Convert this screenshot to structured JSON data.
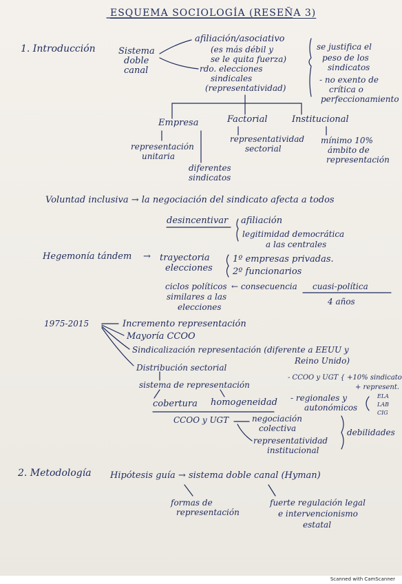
{
  "title": "ESQUEMA SOCIOLOGÍA (RESEÑA 3)",
  "s1": {
    "heading": "1. Introducción",
    "sistema": [
      "Sistema",
      "doble",
      "canal"
    ],
    "afiliacion": [
      "afiliación/asociativo",
      "(es más débil y",
      "se le quita fuerza)"
    ],
    "elecciones": [
      "rdo. elecciones",
      "sindicales",
      "(representatividad)"
    ],
    "justifica": [
      "se justifica el",
      "peso de los",
      "sindicatos"
    ],
    "critica": [
      "- no exento de",
      "crítica o",
      "perfeccionamiento"
    ],
    "empresa": "Empresa",
    "factorial": "Factorial",
    "institucional": "Institucional",
    "rep_unitaria": [
      "representación",
      "unitaria"
    ],
    "diferentes": [
      "diferentes",
      "sindicatos"
    ],
    "rep_sectorial": [
      "representatividad",
      "sectorial"
    ],
    "minimo": [
      "mínimo 10%",
      "ámbito de",
      "representación"
    ],
    "voluntad": "Voluntad inclusiva → la negociación del sindicato afecta a todos",
    "desincentivar": "desincentivar",
    "afiliacion2": "afiliación",
    "legitimidad": [
      "legitimidad democrática",
      "a las centrales"
    ],
    "hegemonia": "Hegemonía tándem",
    "trayectoria": [
      "trayectoria",
      "elecciones"
    ],
    "empresas": [
      "1º empresas privadas.",
      "2º funcionarios"
    ],
    "ciclos": [
      "ciclos políticos",
      "similares a las",
      "elecciones"
    ],
    "consecuencia": "← consecuencia",
    "cuasi": "cuasi-política",
    "anios": "4 años",
    "periodo": "1975-2015",
    "incremento": "Incremento representación",
    "mayoria": "Mayoría CCOO",
    "sindicalizacion": "Sindicalización representación (diferente a EEUU y",
    "reino": "Reino Unido)",
    "distribucion": "Distribución sectorial",
    "sistema_rep": "sistema de representación",
    "cobertura": "cobertura",
    "homogeneidad": "homogeneidad",
    "ccoo_ugt_pct": [
      "- CCOO y UGT { +10% sindicato",
      "+ represent."
    ],
    "regionales": [
      "- regionales y",
      "autonómicos"
    ],
    "regionales_list": [
      "ELA",
      "LAB",
      "CIG"
    ],
    "ccoo_ugt": "CCOO y UGT",
    "negociacion": [
      "negociación",
      "colectiva"
    ],
    "rep_institucional": [
      "representatividad",
      "institucional"
    ],
    "debilidades": "debilidades"
  },
  "s2": {
    "heading": "2. Metodología",
    "hipotesis": "Hipótesis guía → sistema doble canal (Hyman)",
    "formas": [
      "formas de",
      "representación"
    ],
    "fuerte": [
      "fuerte regulación legal",
      "e intervencionismo",
      "estatal"
    ]
  },
  "footer": "Scanned with CamScanner"
}
